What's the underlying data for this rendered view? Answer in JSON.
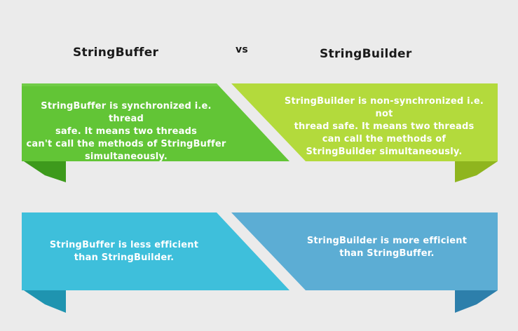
{
  "header": {
    "left_title": "StringBuffer",
    "vs_label": "vs",
    "right_title": "StringBuilder"
  },
  "rows": [
    {
      "left": "StringBuffer is synchronized i.e. thread\nsafe. It means two threads\ncan't call the methods of StringBuffer\nsimultaneously.",
      "right": "StringBuilder is non-synchronized i.e. not\nthread safe. It means two threads\ncan call the methods of\nStringBuilder simultaneously."
    },
    {
      "left": "StringBuffer is less efficient\nthan StringBuilder.",
      "right": "StringBuilder is more efficient\nthan StringBuffer."
    }
  ],
  "colors": {
    "background": "#ebebeb",
    "row1_left": "#62c536",
    "row1_right": "#b3da3c",
    "row2_left": "#3ebfdb",
    "row2_right": "#5cadd4",
    "text": "#ffffff",
    "heading": "#1a1a1a"
  }
}
